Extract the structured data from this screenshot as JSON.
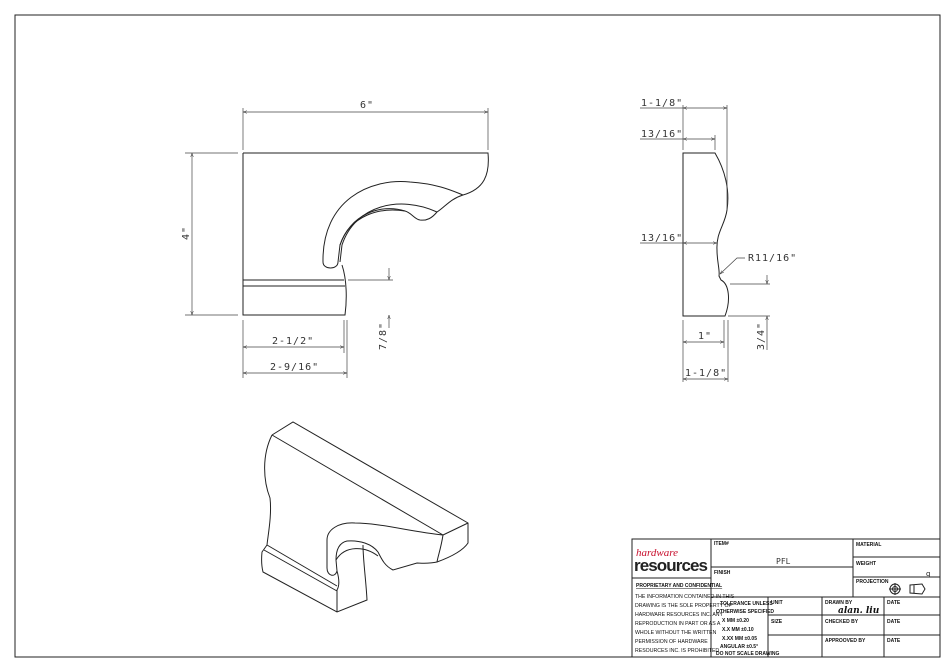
{
  "drawing": {
    "front_view": {
      "width": "6\"",
      "height": "4\"",
      "base_height": "7/8\"",
      "base_width": "2-1/2\"",
      "base_overall": "2-9/16\""
    },
    "side_view": {
      "top_overall": "1-1/8\"",
      "top_width": "13/16\"",
      "mid_width": "13/16\"",
      "radius": "R11/16\"",
      "notch_height": "3/4\"",
      "bottom_width": "1\"",
      "bottom_overall": "1-1/8\""
    }
  },
  "title_block": {
    "logo_top": "hardware",
    "logo_bottom": "resources",
    "logo_color": "#c8102e",
    "proprietary_heading": "PROPRIETARY AND CONFIDENTIAL",
    "proprietary_lines": [
      "THE INFORMATION CONTAINED IN THIS",
      "DRAWING IS THE SOLE PROPERTY OF",
      "HARDWARE RESOURCES INC.  ANY",
      "REPRODUCTION IN PART OR AS A",
      "WHOLE  WITHOUT THE WRITTEN",
      "PERMISSION OF HARDWARE",
      "RESOURCES INC. IS PROHIBITED"
    ],
    "item_label": "ITEM#",
    "item_value": "PFL",
    "finish_label": "FINISH",
    "material_label": "MATERIAL",
    "weight_label": "WEIGHT",
    "weight_value": "g",
    "projection_label": "PROJECTION",
    "tolerance_lines": [
      "TOLERANCE UNLESS",
      "OTHERWISE SPECIFIED",
      "X    MM    ±0.20",
      "X.X  MM   ±0.10",
      "X.XX  MM  ±0.05",
      "ANGULAR    ±0.5°",
      "DO NOT SCALE DRAWING"
    ],
    "unit_label": "UNIT",
    "size_label": "SIZE",
    "drawn_by_label": "DRAWN BY",
    "drawn_by_value": "alan. liu",
    "checked_by_label": "CHECKED BY",
    "approved_by_label": "APPROOVED BY",
    "date_label": "DATE"
  }
}
